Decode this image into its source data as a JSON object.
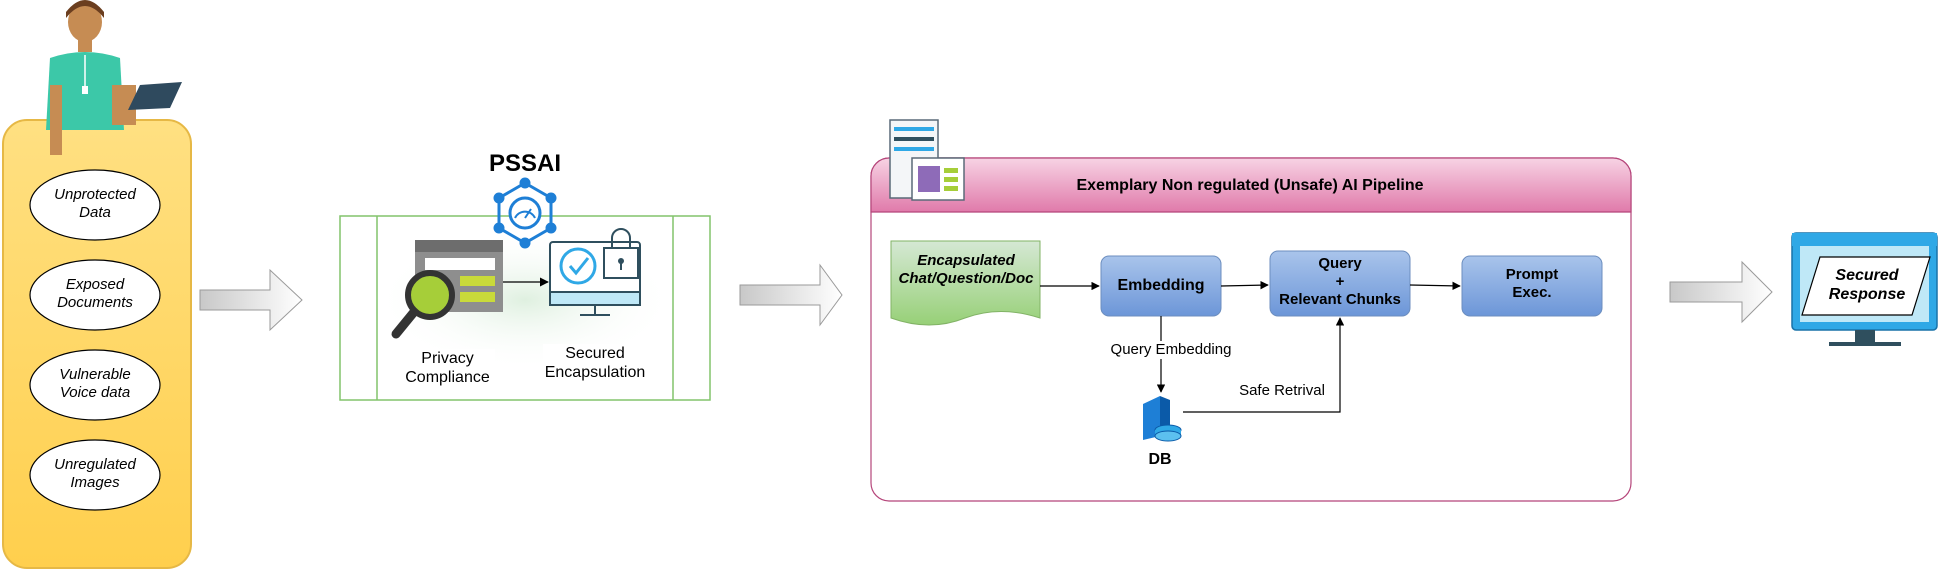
{
  "inputs": {
    "items": [
      {
        "line1": "Unprotected",
        "line2": "Data"
      },
      {
        "line1": "Exposed",
        "line2": "Documents"
      },
      {
        "line1": "Vulnerable",
        "line2": "Voice data"
      },
      {
        "line1": "Unregulated",
        "line2": "Images"
      }
    ]
  },
  "pssai": {
    "title": "PSSAI",
    "privacy_line1": "Privacy",
    "privacy_line2": "Compliance",
    "secured_line1": "Secured",
    "secured_line2": "Encapsulation"
  },
  "pipeline": {
    "title": "Exemplary Non regulated (Unsafe) AI Pipeline",
    "doc_line1": "Encapsulated",
    "doc_line2": "Chat/Question/Doc",
    "embedding": "Embedding",
    "query_line1": "Query",
    "query_line2": "+",
    "query_line3": "Relevant Chunks",
    "prompt_line1": "Prompt",
    "prompt_line2": "Exec.",
    "query_embedding": "Query Embedding",
    "safe_retrival": "Safe Retrival",
    "db": "DB"
  },
  "output": {
    "line1": "Secured",
    "line2": "Response"
  },
  "colors": {
    "yellow_panel": "#FFD966",
    "pssai_border": "#82C46C",
    "pipeline_border": "#B5457A",
    "pipeline_header": "#E98BB5",
    "node_blue": "#7EA6E0",
    "doc_green": "#97D077",
    "monitor_blue": "#2FA8E6",
    "icon_blue": "#1E7FD6"
  }
}
